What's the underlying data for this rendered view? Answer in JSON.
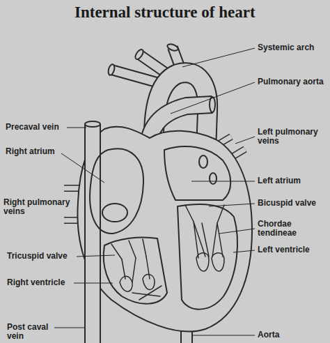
{
  "diagram": {
    "title": "Internal structure of heart",
    "labels": [
      "Systemic arch",
      "Pulmonary aorta",
      "Precaval vein",
      "Right atrium",
      "Right pulmonary veins",
      "Left pulmonary veins",
      "Left atrium",
      "Bicuspid valve",
      "Chordae tendineae",
      "Left ventricle",
      "Tricuspid valve",
      "Right ventricle",
      "Post caval vein",
      "Aorta"
    ]
  }
}
